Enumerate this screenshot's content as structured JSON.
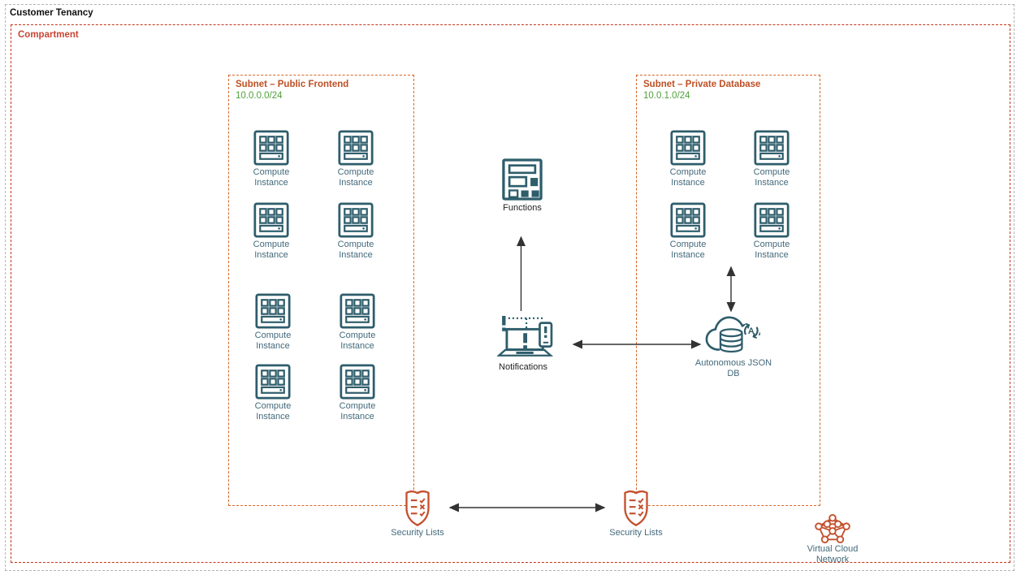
{
  "tenancy": {
    "label": "Customer Tenancy"
  },
  "compartment": {
    "label": "Compartment"
  },
  "subnets": [
    {
      "title": "Subnet – Public Frontend",
      "cidr": "10.0.0.0/24",
      "instances": [
        "Compute Instance",
        "Compute Instance",
        "Compute Instance",
        "Compute Instance",
        "Compute Instance",
        "Compute Instance",
        "Compute Instance",
        "Compute Instance"
      ]
    },
    {
      "title": "Subnet – Private Database",
      "cidr": "10.0.1.0/24",
      "instances": [
        "Compute Instance",
        "Compute Instance",
        "Compute Instance",
        "Compute Instance"
      ]
    }
  ],
  "nodes": {
    "functions": "Functions",
    "notifications": "Notifications",
    "autonomous_db": {
      "line1": "Autonomous JSON",
      "line2": "DB"
    },
    "security_list_left": "Security Lists",
    "security_list_right": "Security Lists",
    "vcn": {
      "line1": "Virtual Cloud",
      "line2": "Network"
    }
  },
  "colors": {
    "tenancy_border": "#b4b4b4",
    "compartment_red": "#c74634",
    "subnet_orange": "#d4682c",
    "cidr_green": "#4fa03a",
    "icon_teal": "#2e5d6b",
    "label_teal": "#42697b",
    "arrow": "#333333"
  }
}
